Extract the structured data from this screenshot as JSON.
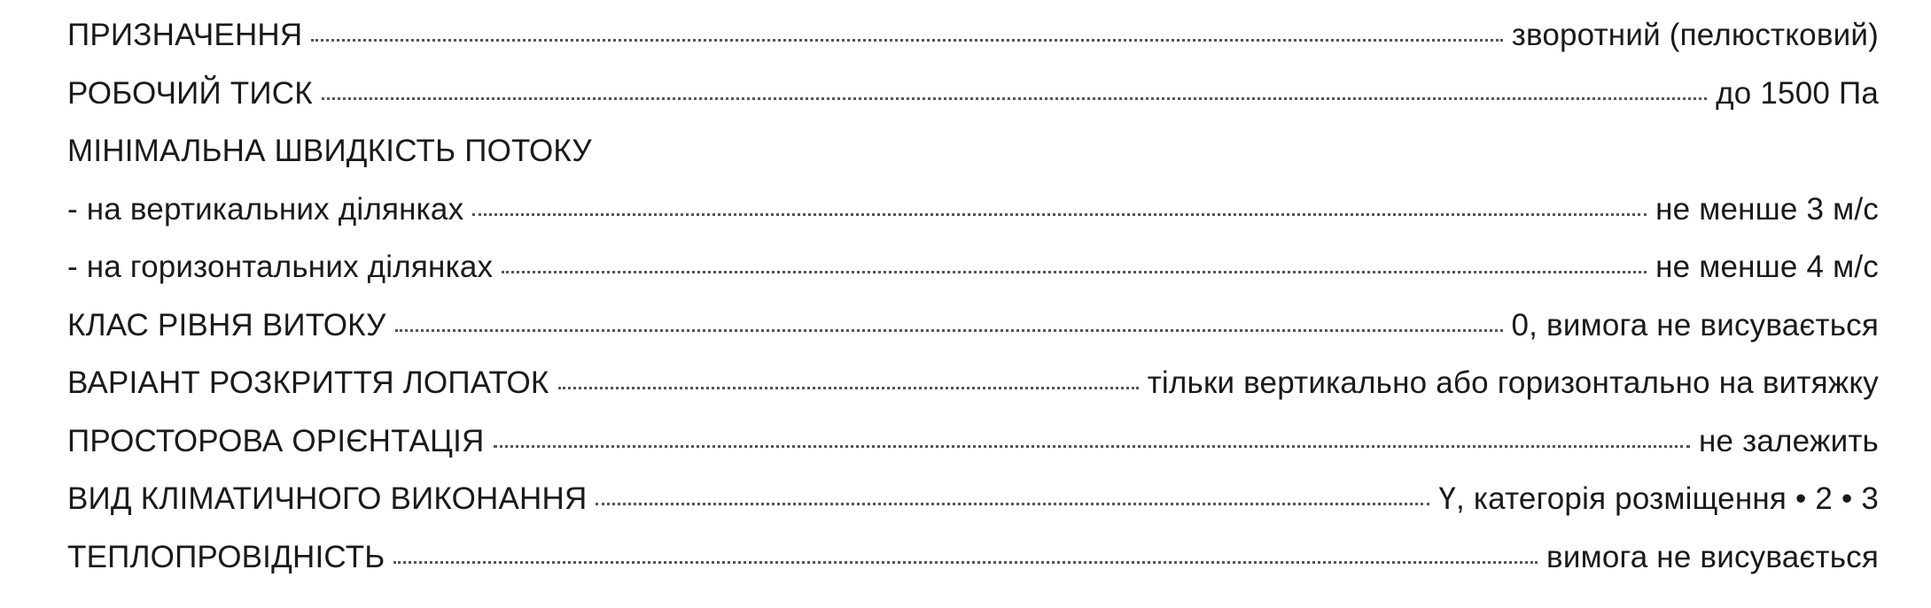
{
  "specs": [
    {
      "label": "ПРИЗНАЧЕННЯ",
      "value": "зворотний (пелюстковий)"
    },
    {
      "label": "РОБОЧИЙ ТИСК",
      "value": "до 1500 Па"
    },
    {
      "label": "МІНІМАЛЬНА ШВИДКІСТЬ ПОТОКУ"
    },
    {
      "label": "- на вертикальних ділянках",
      "value": "не менше 3 м/с"
    },
    {
      "label": "- на горизонтальних ділянках",
      "value": "не менше 4 м/с"
    },
    {
      "label": "КЛАС РІВНЯ ВИТОКУ",
      "value": "0, вимога не висувається"
    },
    {
      "label": "ВАРІАНТ РОЗКРИТТЯ ЛОПАТОК",
      "value": "тільки вертикально або горизонтально на витяжку"
    },
    {
      "label": "ПРОСТОРОВА ОРІЄНТАЦІЯ",
      "value": "не залежить"
    },
    {
      "label": "ВИД КЛІМАТИЧНОГО ВИКОНАННЯ",
      "value": "Ү, категорія розміщення • 2 • 3"
    },
    {
      "label": "ТЕПЛОПРОВІДНІСТЬ",
      "value": "вимога не висувається"
    }
  ]
}
